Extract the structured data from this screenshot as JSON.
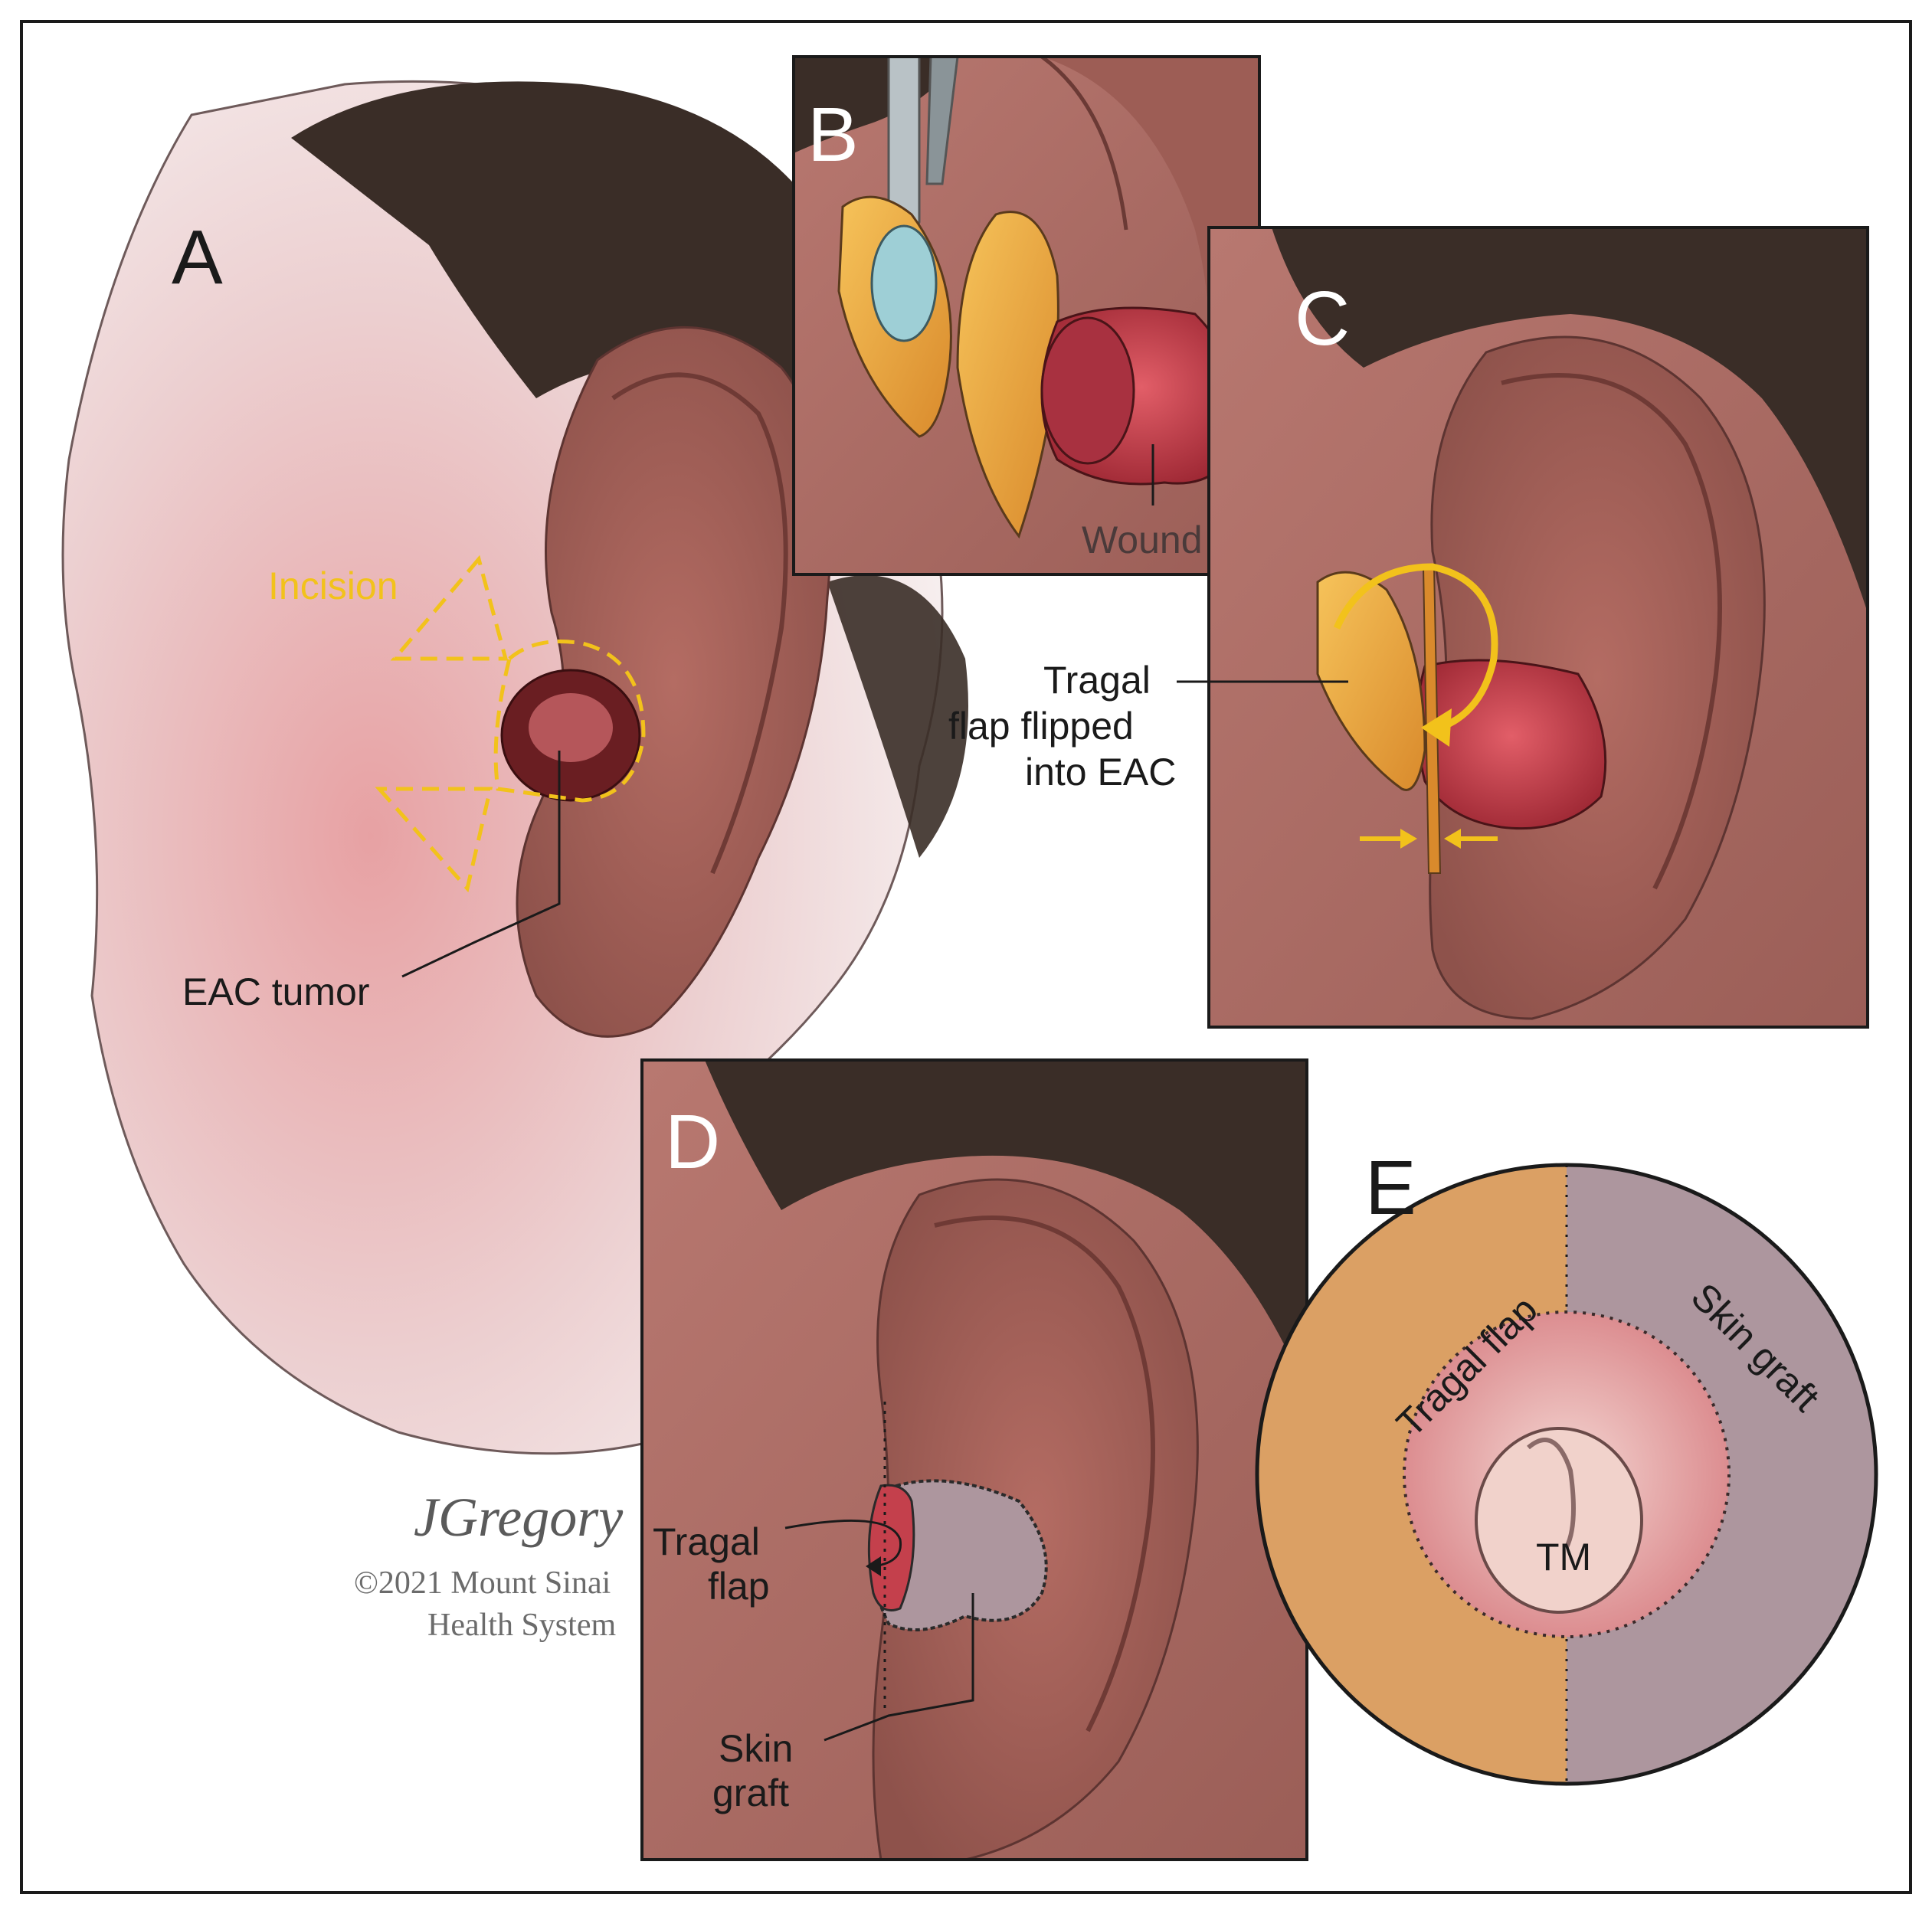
{
  "panels": {
    "a": {
      "letter": "A",
      "incision": "Incision",
      "tumor": "EAC tumor"
    },
    "b": {
      "letter": "B",
      "wound": "Wound"
    },
    "c": {
      "letter": "C",
      "tragal_line1": "Tragal",
      "tragal_line2": "flap flipped",
      "tragal_line3": "into EAC"
    },
    "d": {
      "letter": "D",
      "tragal_line1": "Tragal",
      "tragal_line2": "flap",
      "graft_line1": "Skin",
      "graft_line2": "graft"
    },
    "e": {
      "letter": "E",
      "tragal": "Tragal flap",
      "graft": "Skin graft",
      "tm": "TM"
    }
  },
  "credit": {
    "signature": "JGregory",
    "line1": "©2021 Mount Sinai",
    "line2": "Health System"
  },
  "colors": {
    "incision": "#f2c21b",
    "skin": "#c48278",
    "hair": "#3a2d27",
    "flap": "#e7a84f",
    "graft": "#ad969e",
    "wound": "#c4404c"
  }
}
